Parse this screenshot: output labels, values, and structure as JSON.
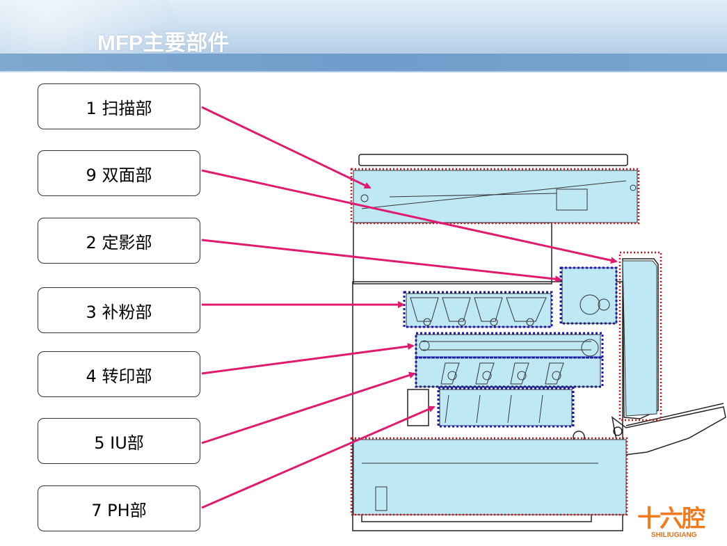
{
  "title": "MFP主要部件",
  "labels": [
    {
      "text": "1 扫描部"
    },
    {
      "text": "9 双面部"
    },
    {
      "text": "2 定影部"
    },
    {
      "text": "3 补粉部"
    },
    {
      "text": "4 转印部"
    },
    {
      "text": "5 IU部"
    },
    {
      "text": "7 PH部"
    }
  ],
  "logo": {
    "chinese": "十六腔",
    "english": "SHILIUGIANG"
  },
  "colors": {
    "arrow": "#e01a6e",
    "red_dotted": "#c4151b",
    "blue_dotted": "#1c1ca8",
    "part_fill": "#bfe8f5",
    "header_band": "#6f9ccb"
  }
}
